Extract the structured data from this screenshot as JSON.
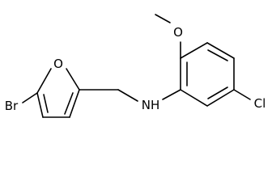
{
  "molecule": {
    "atoms": {
      "bromine": "Br",
      "furan_oxygen": "O",
      "amine": "NH",
      "methoxy_oxygen": "O",
      "chlorine": "Cl"
    }
  }
}
